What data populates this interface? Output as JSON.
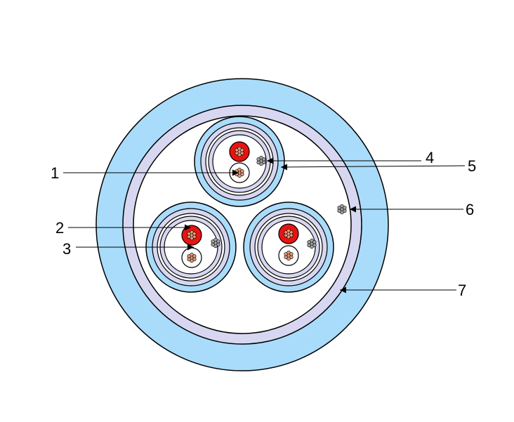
{
  "diagram": {
    "colors": {
      "outer_sheath": "#a9dcfb",
      "inner_layer": "#d7d7f1",
      "filler": "#ffffff",
      "red_insulation": "#e81313",
      "copper": "#e29b78",
      "tinned": "#a3a3a3",
      "outline": "#000000"
    },
    "callouts": [
      {
        "id": "1",
        "label": "1"
      },
      {
        "id": "2",
        "label": "2"
      },
      {
        "id": "3",
        "label": "3"
      },
      {
        "id": "4",
        "label": "4"
      },
      {
        "id": "5",
        "label": "5"
      },
      {
        "id": "6",
        "label": "6"
      },
      {
        "id": "7",
        "label": "7"
      }
    ]
  }
}
